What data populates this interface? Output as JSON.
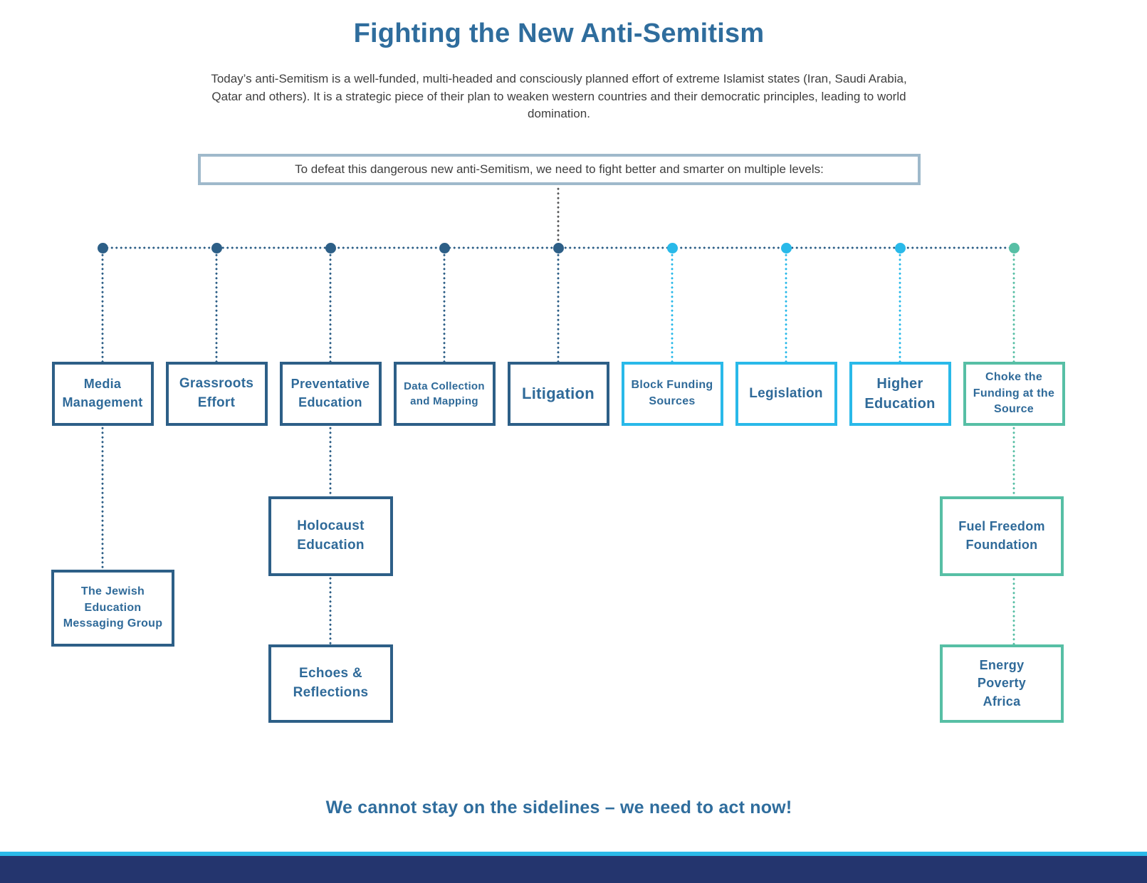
{
  "header": {
    "title": "Fighting the New Anti-Semitism",
    "intro": "Today’s anti-Semitism is a well-funded, multi-headed and consciously planned effort of extreme Islamist states (Iran, Saudi Arabia, Qatar and others). It is a strategic piece of their plan to weaken western countries and their democratic principles, leading to world domination."
  },
  "statement": {
    "text": "To defeat this dangerous new anti-Semitism, we need to fight better and smarter on multiple levels:"
  },
  "branches": [
    {
      "label": "Media Management",
      "theme": "dark"
    },
    {
      "label": "Grassroots Effort",
      "theme": "dark"
    },
    {
      "label": "Preventative Education",
      "theme": "dark"
    },
    {
      "label": "Data Collection and Mapping",
      "theme": "dark"
    },
    {
      "label": "Litigation",
      "theme": "dark"
    },
    {
      "label": "Block Funding Sources",
      "theme": "cyan"
    },
    {
      "label": "Legislation",
      "theme": "cyan"
    },
    {
      "label": "Higher Education",
      "theme": "cyan"
    },
    {
      "label": "Choke the Funding at the Source",
      "theme": "teal"
    }
  ],
  "sub_branches": [
    {
      "label": "The Jewish Education Messaging Group",
      "parent": "Media Management",
      "theme": "dark"
    },
    {
      "label": "Holocaust Education",
      "parent": "Preventative Education",
      "theme": "dark"
    },
    {
      "label": "Echoes & Reflections",
      "parent": "Holocaust Education",
      "theme": "dark"
    },
    {
      "label": "Fuel Freedom Foundation",
      "parent": "Choke the Funding at the Source",
      "theme": "teal"
    },
    {
      "label": "Energy Poverty Africa",
      "parent": "Fuel Freedom Foundation",
      "theme": "teal"
    }
  ],
  "footer": {
    "cta": "We cannot stay on the sidelines – we need to act now!"
  },
  "colors": {
    "heading_blue": "#2f6d9d",
    "box_dark_blue": "#2d5f87",
    "box_text_blue": "#2f6a99",
    "cyan": "#29b9e9",
    "teal": "#57bfa5",
    "statement_border": "#9fb9cb",
    "body_text": "#3e3e3e",
    "connector_gray": "#58595b",
    "footer_cyan": "#2bb9e9",
    "footer_navy": "#24356e"
  }
}
